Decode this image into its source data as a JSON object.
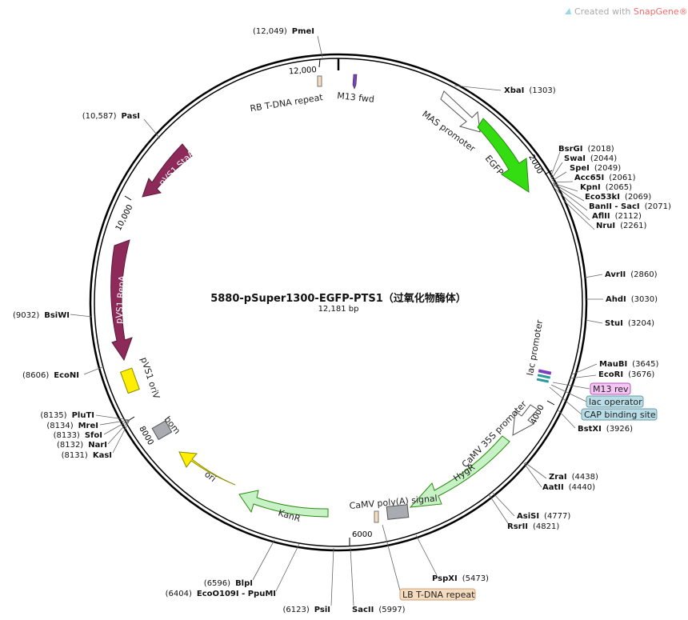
{
  "watermark": {
    "prefix": "Created with ",
    "brand": "SnapGene",
    "suffix": "®"
  },
  "title": "5880-pSuper1300-EGFP-PTS1（过氧化物酶体）",
  "length_text": "12,181 bp",
  "total_bp": 12181,
  "ruler": [
    {
      "bp": 12000,
      "label": "12,000"
    },
    {
      "bp": 2000,
      "label": "2000"
    },
    {
      "bp": 4000,
      "label": "4000"
    },
    {
      "bp": 6000,
      "label": "6000"
    },
    {
      "bp": 8000,
      "label": "8000"
    },
    {
      "bp": 10000,
      "label": "10,000"
    }
  ],
  "enzymes": [
    {
      "name": "PmeI",
      "pos": "(12,049)",
      "bp": 12049
    },
    {
      "name": "XbaI",
      "pos": "(1303)",
      "bp": 1303
    },
    {
      "name": "BsrGI",
      "pos": "(2018)",
      "bp": 2018
    },
    {
      "name": "SwaI",
      "pos": "(2044)",
      "bp": 2044
    },
    {
      "name": "SpeI",
      "pos": "(2049)",
      "bp": 2049
    },
    {
      "name": "Acc65I",
      "pos": "(2061)",
      "bp": 2061
    },
    {
      "name": "KpnI",
      "pos": "(2065)",
      "bp": 2065
    },
    {
      "name": "Eco53kI",
      "pos": "(2069)",
      "bp": 2069
    },
    {
      "name": "BanII - SacI",
      "pos": "(2071)",
      "bp": 2071
    },
    {
      "name": "AflII",
      "pos": "(2112)",
      "bp": 2112
    },
    {
      "name": "NruI",
      "pos": "(2261)",
      "bp": 2261
    },
    {
      "name": "AvrII",
      "pos": "(2860)",
      "bp": 2860
    },
    {
      "name": "AhdI",
      "pos": "(3030)",
      "bp": 3030
    },
    {
      "name": "StuI",
      "pos": "(3204)",
      "bp": 3204
    },
    {
      "name": "MauBI",
      "pos": "(3645)",
      "bp": 3645
    },
    {
      "name": "EcoRI",
      "pos": "(3676)",
      "bp": 3676
    },
    {
      "name": "BstXI",
      "pos": "(3926)",
      "bp": 3926
    },
    {
      "name": "ZraI",
      "pos": "(4438)",
      "bp": 4438
    },
    {
      "name": "AatII",
      "pos": "(4440)",
      "bp": 4440
    },
    {
      "name": "AsiSI",
      "pos": "(4777)",
      "bp": 4777
    },
    {
      "name": "RsrII",
      "pos": "(4821)",
      "bp": 4821
    },
    {
      "name": "PspXI",
      "pos": "(5473)",
      "bp": 5473
    },
    {
      "name": "SacII",
      "pos": "(5997)",
      "bp": 5997
    },
    {
      "name": "PsiI",
      "pos": "(6123)",
      "bp": 6123
    },
    {
      "name": "EcoO109I - PpuMI",
      "pos": "(6404)",
      "bp": 6404
    },
    {
      "name": "BlpI",
      "pos": "(6596)",
      "bp": 6596
    },
    {
      "name": "KasI",
      "pos": "(8131)",
      "bp": 8131
    },
    {
      "name": "NarI",
      "pos": "(8132)",
      "bp": 8132
    },
    {
      "name": "SfoI",
      "pos": "(8133)",
      "bp": 8133
    },
    {
      "name": "MreI",
      "pos": "(8134)",
      "bp": 8134
    },
    {
      "name": "PluTI",
      "pos": "(8135)",
      "bp": 8135
    },
    {
      "name": "EcoNI",
      "pos": "(8606)",
      "bp": 8606
    },
    {
      "name": "BsiWI",
      "pos": "(9032)",
      "bp": 9032
    },
    {
      "name": "PasI",
      "pos": "(10,587)",
      "bp": 10587
    }
  ],
  "features": [
    {
      "name": "RB T-DNA repeat"
    },
    {
      "name": "M13 fwd"
    },
    {
      "name": "MAS promoter"
    },
    {
      "name": "EGFP"
    },
    {
      "name": "lac promoter"
    },
    {
      "name": "CaMV 35S promoter"
    },
    {
      "name": "HygR"
    },
    {
      "name": "CaMV poly(A) signal"
    },
    {
      "name": "KanR"
    },
    {
      "name": "ori"
    },
    {
      "name": "bom"
    },
    {
      "name": "pVS1 oriV"
    },
    {
      "name": "pVS1 RepA"
    },
    {
      "name": "pVS1 StaA"
    }
  ],
  "badges": [
    {
      "name": "M13 rev",
      "fill": "#f5c6f5",
      "stroke": "#b25bb8"
    },
    {
      "name": "lac operator",
      "fill": "#b9dde6",
      "stroke": "#6c9aa6"
    },
    {
      "name": "CAP binding site",
      "fill": "#b9dde6",
      "stroke": "#6c9aa6"
    },
    {
      "name": "LB T-DNA repeat",
      "fill": "#f6dcbf",
      "stroke": "#c9a27a"
    }
  ],
  "colors": {
    "egfp": "#33dd11",
    "hygr": "#c6f2c6",
    "kanr": "#c6f2c6",
    "ori": "#ffee00",
    "pvs1": "#8e2a5a",
    "promoter": "#ffffff",
    "bom": "#a8abb0",
    "brand": "#f06d6d"
  }
}
